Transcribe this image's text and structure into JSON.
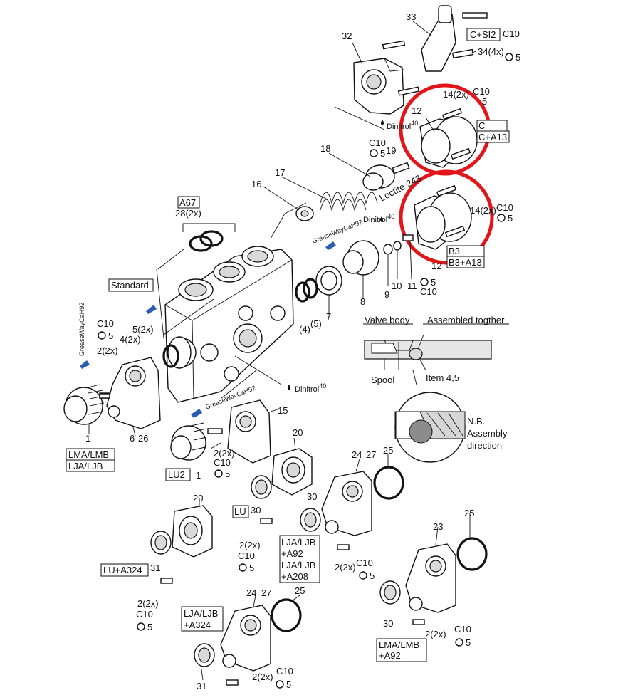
{
  "parts": {
    "p33": "33",
    "p32": "32",
    "p34": "34(4x)",
    "p14a": "14(2x)",
    "p12a": "12",
    "p19": "19",
    "p18": "18",
    "p17": "17",
    "p16": "16",
    "p12b": "12",
    "p14b": "14(2x)",
    "p8": "8",
    "p9": "9",
    "p10": "10",
    "p11": "11",
    "p7": "7",
    "p4": "(4)",
    "p5": "(5)",
    "p5_2x": "5(2x)",
    "p4_2x": "4(2x)",
    "p2_2x_a": "2(2x)",
    "p1a": "1",
    "p6": "6",
    "p26": "26",
    "p15": "15",
    "p2_2x_b": "2(2x)",
    "p1b": "1",
    "p20a": "20",
    "p30a": "30",
    "p24a": "24",
    "p27a": "27",
    "p25a": "25",
    "p20b": "20",
    "p31a": "31",
    "p2_2x_c": "2(2x)",
    "p2_2x_d": "2(2x)",
    "p2_2x_e": "2(2x)",
    "p23": "23",
    "p25b": "25",
    "p30b": "30",
    "p2_2x_f": "2(2x)",
    "p24b": "24",
    "p27b": "27",
    "p25c": "25",
    "p31b": "31",
    "p2_2x_g": "2(2x)",
    "p28": "28(2x)"
  },
  "torque": {
    "c10": "C10",
    "n5": "5"
  },
  "boxes": {
    "csi2": "C+SI2",
    "c": "C",
    "ca13": "C+A13",
    "b3": "B3",
    "b3a13": "B3+A13",
    "a67": "A67",
    "standard": "Standard",
    "lma_lmb": "LMA/LMB",
    "lja_ljb": "LJA/LJB",
    "lu2": "LU2",
    "lu": "LU",
    "lja_a92_1": "LJA/LJB",
    "lja_a92_2": "+A92",
    "lja_a208_1": "LJA/LJB",
    "lja_a208_2": "+A208",
    "lu_a324": "LU+A324",
    "lja_a324_1": "LJA/LJB",
    "lja_a324_2": "+A324",
    "lma_a92_1": "LMA/LMB",
    "lma_a92_2": "+A92"
  },
  "chemicals": {
    "dinitrol": "Dinitrol",
    "dinitrol_num": "40",
    "loctite": "Loctite",
    "loctite_num": "243",
    "grease": "GreaseWay",
    "grease_num": "CaH92"
  },
  "detail": {
    "valve_body": "Valve body",
    "assembled": "Assembled togther",
    "spool": "Spool",
    "item45": "Item 4,5",
    "nb1": "N.B.",
    "nb2": "Assembly",
    "nb3": "direction"
  },
  "highlight_color": "#e3151a"
}
